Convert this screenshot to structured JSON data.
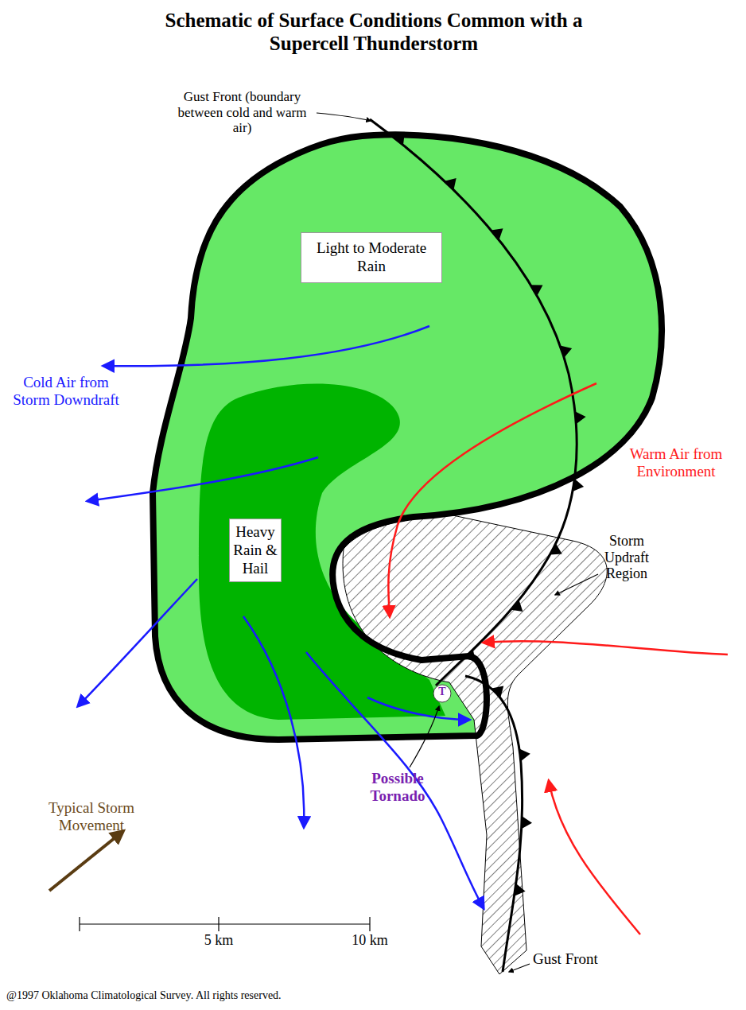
{
  "diagram": {
    "title": "Schematic of Surface Conditions Common with a Supercell Thunderstorm",
    "nodes": [
      {
        "text": [
          "Light to Moderate Rain"
        ]
      },
      {
        "text": [
          "Heavy Rain & Hail"
        ]
      }
    ],
    "labels": [
      "Gust Front (boundary between cold and warm air)",
      "Cold Air from Storm Downdraft",
      "Warm Air from Environment",
      "Storm Updraft Region",
      "T",
      "Possible Tornado",
      "Typical Storm Movement",
      "5 km",
      "10 km",
      "Gust Front",
      "@1997 Oklahoma Climatological Survey. All rights reserved."
    ]
  }
}
